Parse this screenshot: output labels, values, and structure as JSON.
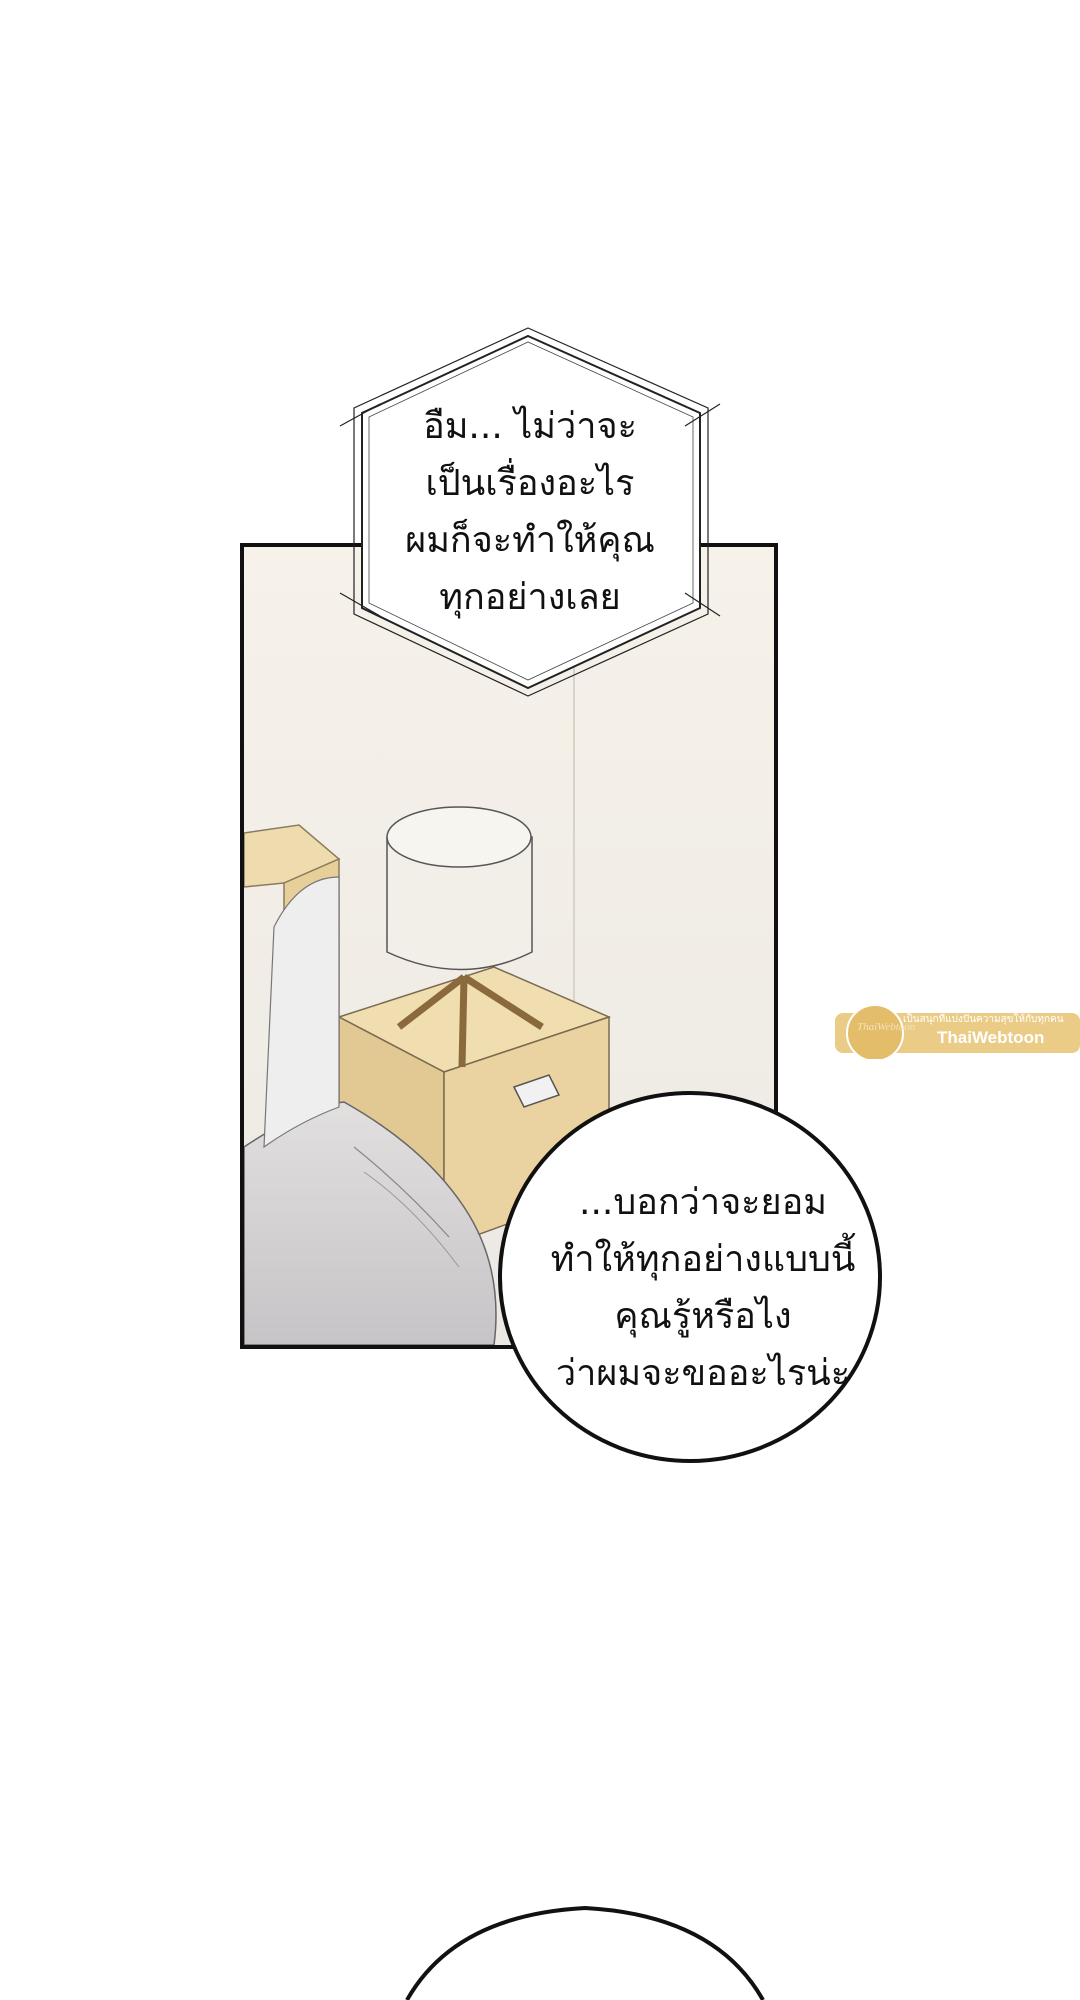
{
  "speech": {
    "hexagon_lines": [
      "อืม... ไม่ว่าจะ",
      "เป็นเรื่องอะไร",
      "ผมก็จะทำให้คุณ",
      "ทุกอย่างเลย"
    ],
    "round_lines": [
      "...บอกว่าจะยอม",
      "ทำให้ทุกอย่างแบบนี้",
      "คุณรู้หรือไง",
      "ว่าผมจะขออะไรน่ะ"
    ]
  },
  "watermark": {
    "logo_text": "ThaiWebtoon",
    "tagline": "เป็นสนุกที่แบ่งปันความสุขให้กับทุกคน",
    "brand": "ThaiWebtoon"
  },
  "colors": {
    "wall": "#f3efe6",
    "wood": "#e8d3a4",
    "lamp_shade": "#f2efe8",
    "bedsheet": "#d6d3d3",
    "watermark_bg": "#e9c67a",
    "ink": "#111111"
  }
}
